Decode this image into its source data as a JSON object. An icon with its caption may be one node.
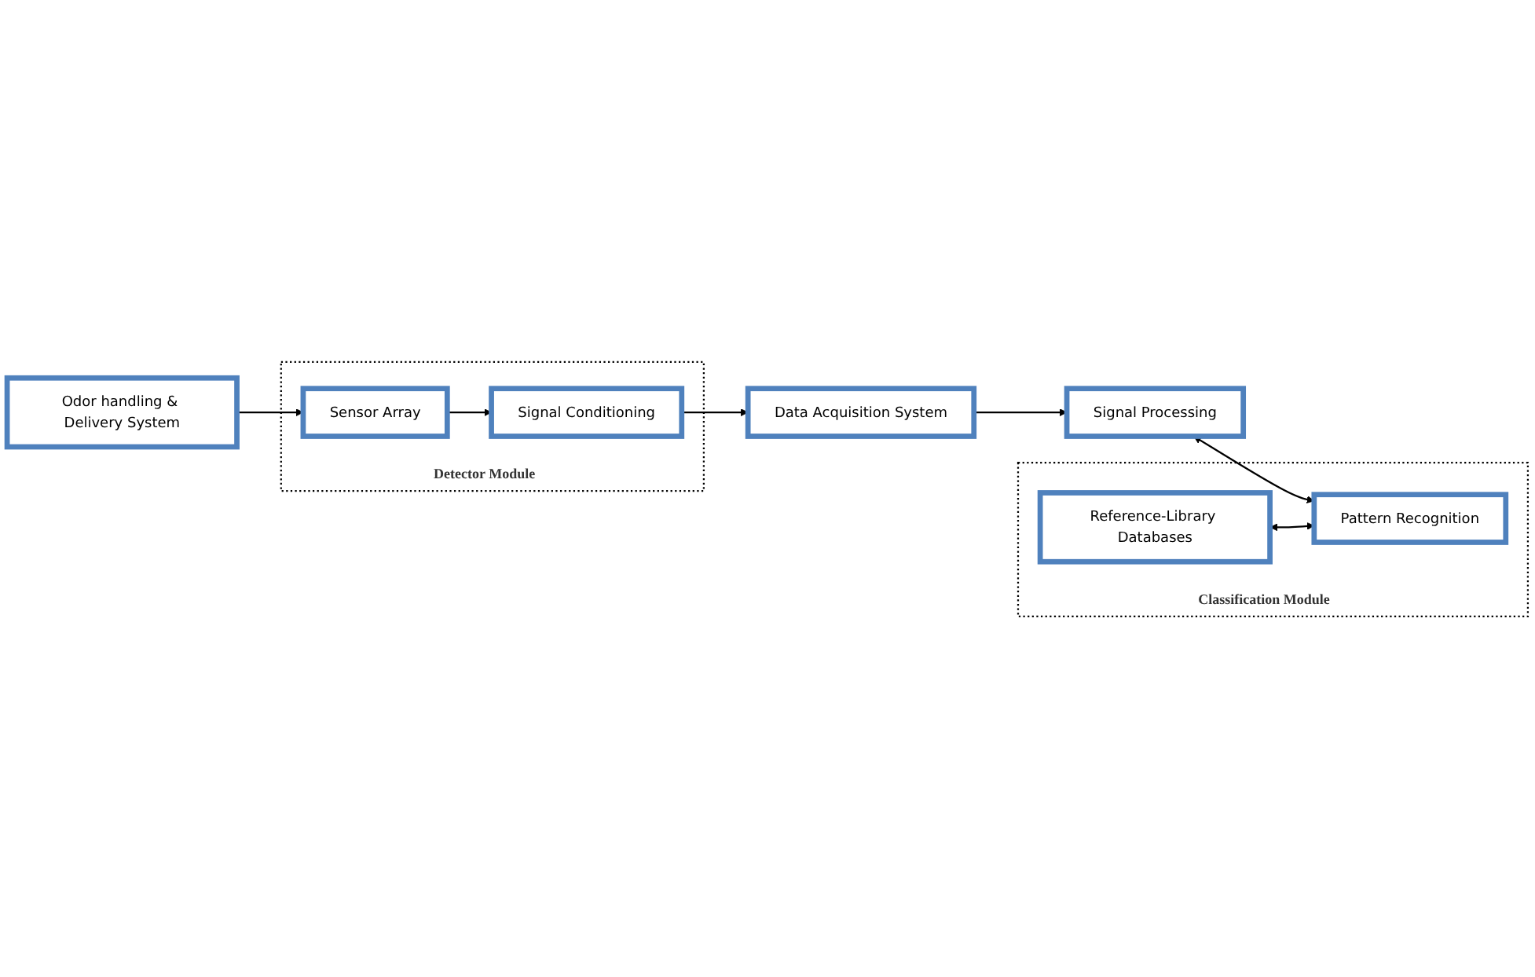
{
  "diagram": {
    "nodes": [
      {
        "text": [
          "Odor handling & Delivery System"
        ]
      },
      {
        "text": [
          "Detector Module"
        ]
      },
      {
        "text": [
          "Sensor Array"
        ],
        "in": 1
      },
      {
        "text": [
          "Signal Conditioning"
        ],
        "in": 1
      },
      {
        "text": [
          "Data Acquisition System"
        ]
      },
      {
        "text": [
          "Classification Module"
        ]
      },
      {
        "text": [
          "Reference-Library Databases"
        ],
        "in": 5
      },
      {
        "text": [
          "Pattern Recognition"
        ],
        "in": 5
      },
      {
        "text": [
          "Signal Processing"
        ]
      }
    ],
    "edges": [
      {
        "from": 0,
        "to": 2,
        "arrow": "to"
      },
      {
        "from": 2,
        "to": 3,
        "arrow": "to"
      },
      {
        "from": 3,
        "to": 4,
        "arrow": "to"
      },
      {
        "from": 4,
        "to": 8,
        "arrow": "to"
      },
      {
        "from": 8,
        "to": 7,
        "arrow": "both"
      },
      {
        "from": 6,
        "to": 7,
        "arrow": "both"
      }
    ]
  }
}
